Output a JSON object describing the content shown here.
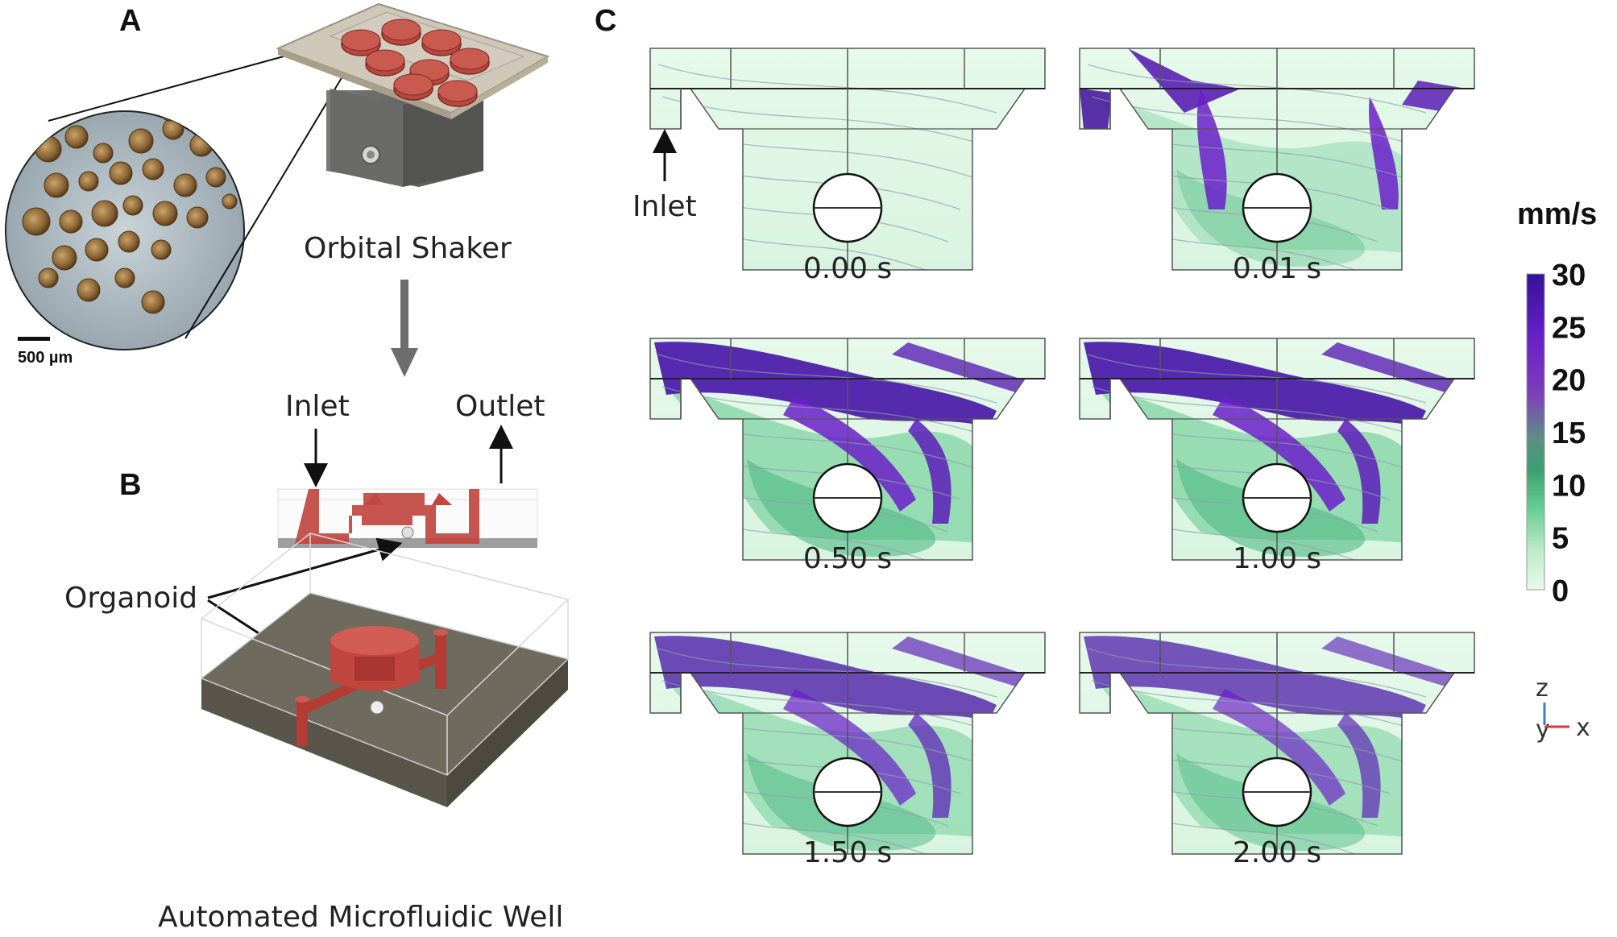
{
  "panels": {
    "a": "A",
    "b": "B",
    "c": "C"
  },
  "panel_a": {
    "scale_bar": "500 µm",
    "device_label": "Orbital Shaker"
  },
  "panel_b": {
    "inlet_label": "Inlet",
    "outlet_label": "Outlet",
    "organoid_label": "Organoid",
    "caption": "Automated Microfluidic Well"
  },
  "panel_c": {
    "inlet_label": "Inlet",
    "colorbar": {
      "unit": "mm/s",
      "ticks": [
        "30",
        "25",
        "20",
        "15",
        "10",
        "5",
        "0"
      ],
      "range": [
        0,
        30
      ],
      "colors": [
        "#e8fbe8",
        "#bdeccb",
        "#6ccf96",
        "#3c9f70",
        "#5e8f86",
        "#7d3fb8",
        "#6a1fc9",
        "#34129a"
      ]
    },
    "axes": {
      "z": "z",
      "y": "y",
      "x": "x"
    },
    "frames": [
      {
        "time": "0.00 s"
      },
      {
        "time": "0.01 s"
      },
      {
        "time": "0.50 s"
      },
      {
        "time": "1.00 s"
      },
      {
        "time": "1.50 s"
      },
      {
        "time": "2.00 s"
      }
    ]
  },
  "colors": {
    "device_red": "#c0463f",
    "plate_grey": "#7b7468",
    "flow_light": "#dff7e6",
    "flow_green": "#5fbf8a",
    "flow_purple": "#5a1fb5"
  }
}
